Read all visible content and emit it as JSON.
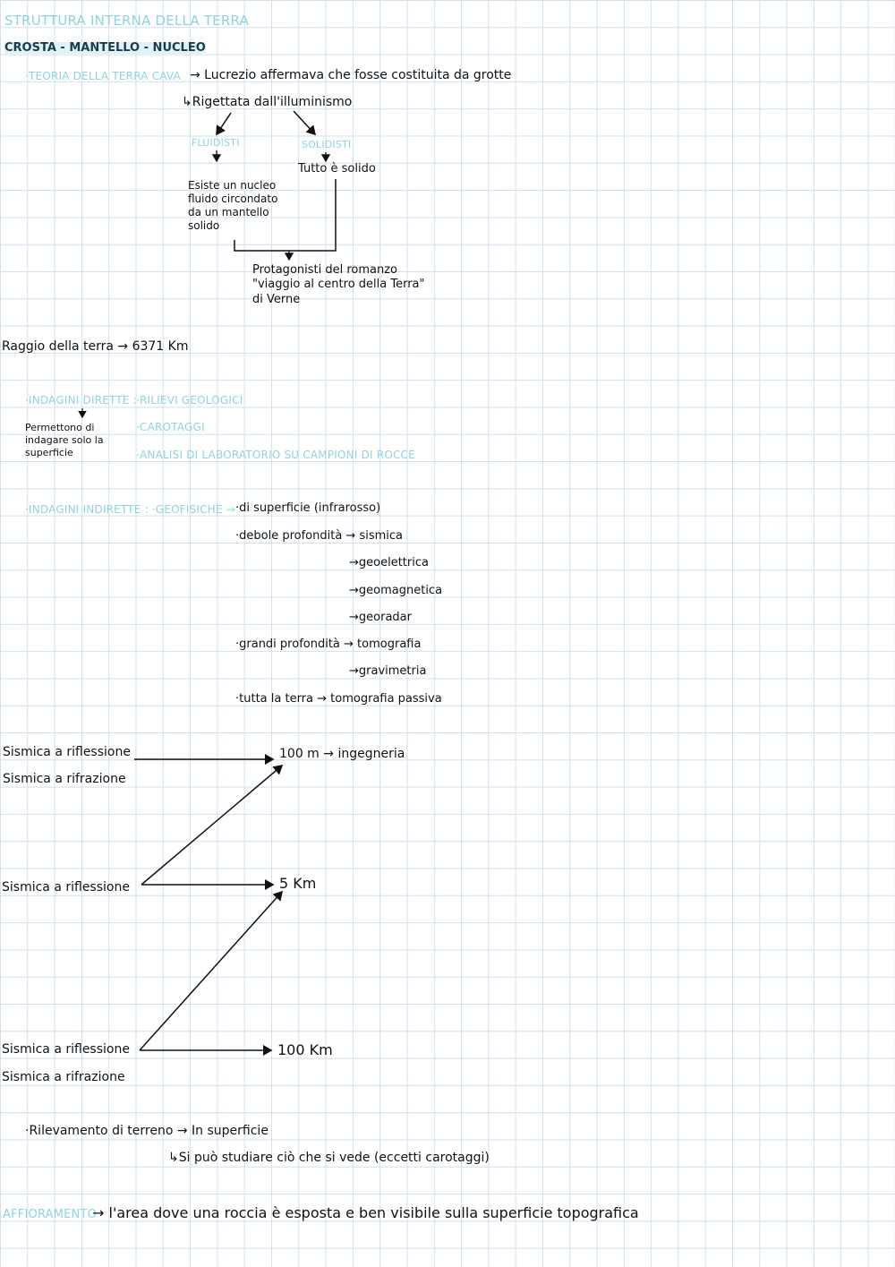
{
  "page": {
    "title": "STRUTTURA INTERNA DELLA TERRA",
    "subtitle": "CROSTA - MANTELLO - NUCLEO"
  },
  "teoria": {
    "label": "·TEORIA DELLA TERRA CAVA",
    "text": "→ Lucrezio affermava che fosse costituita da grotte",
    "rigettata": "↳Rigettata dall'illuminismo",
    "fluidisti": "FLUIDISTI",
    "solidisti": "SOLIDISTI",
    "fluidisti_text": "Esiste un nucleo fluido circondato da un mantello solido",
    "solidisti_text": "Tutto è solido",
    "protagonisti": "Protagonisti del romanzo \"viaggio al centro della Terra\" di Verne"
  },
  "raggio": "Raggio della terra → 6371 Km",
  "indagini_dirette": {
    "label": "·INDAGINI DIRETTE :",
    "note": "Permettono di indagare solo la superficie",
    "items": [
      "·RILIEVI GEOLOGICI",
      "·CAROTAGGI",
      "·ANALISI DI LABORATORIO SU CAMPIONI DI ROCCE"
    ]
  },
  "indagini_indirette": {
    "label": "·INDAGINI INDIRETTE : ·GEOFISICHE →",
    "superficie": "·di superficie (infrarosso)",
    "debole": "·debole profondità → sismica",
    "geoelettrica": "→geoelettrica",
    "geomagnetica": "→geomagnetica",
    "georadar": "→georadar",
    "grandi": "·grandi profondità → tomografia",
    "gravimetria": "→gravimetria",
    "tutta": "·tutta la terra → tomografia passiva"
  },
  "sismica": {
    "row1_a": "Sismica a riflessione",
    "row1_b": "Sismica a rifrazione",
    "target1": "100 m → ingegneria",
    "row2": "Sismica a riflessione",
    "target2": "5 Km",
    "row3_a": "Sismica a riflessione",
    "row3_b": "Sismica a rifrazione",
    "target3": "100 Km"
  },
  "rilevamento": {
    "text": "·Rilevamento di terreno → In superficie",
    "sub": "↳Si può studiare ciò che si vede (eccetti carotaggi)"
  },
  "affioramento": {
    "label": "AFFIORAMENTO",
    "text": "→ l'area dove una roccia è esposta e ben visibile sulla superficie topografica"
  },
  "colors": {
    "accent": "#8fd3e0",
    "grid": "#cfe0f0",
    "ink": "#111111"
  }
}
